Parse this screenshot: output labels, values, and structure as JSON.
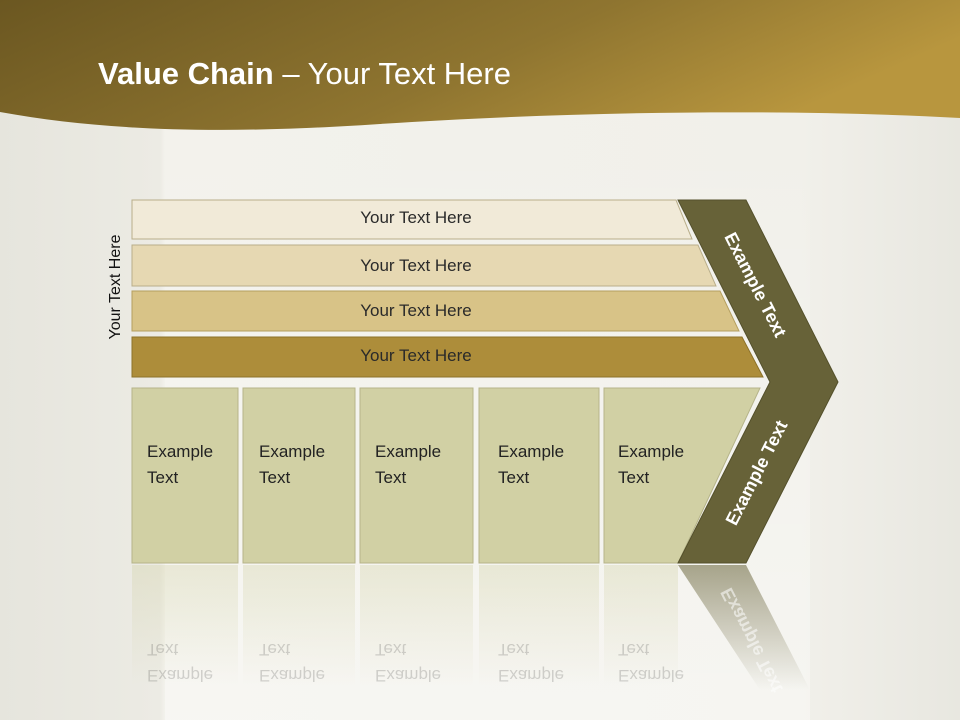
{
  "slide": {
    "title_bold": "Value Chain",
    "title_rest": " – Your Text Here",
    "vertical_label": "Your Text Here"
  },
  "bars": [
    {
      "label": "Your Text Here",
      "color": "#f1ead8"
    },
    {
      "label": "Your Text Here",
      "color": "#e6d8b2"
    },
    {
      "label": "Your Text Here",
      "color": "#d8c387"
    },
    {
      "label": "Your Text Here",
      "color": "#ad8d3a"
    }
  ],
  "boxes": [
    {
      "line1": "Example",
      "line2": "Text"
    },
    {
      "line1": "Example",
      "line2": "Text"
    },
    {
      "line1": "Example",
      "line2": "Text"
    },
    {
      "line1": "Example",
      "line2": "Text"
    },
    {
      "line1": "Example",
      "line2": "Text"
    }
  ],
  "chevron": {
    "top_label": "Example Text",
    "bottom_label": "Example Text",
    "color": "#676238"
  },
  "colors": {
    "header_dark": "#6e5a24",
    "header_light": "#b8963e",
    "box_fill": "#d1d0a4",
    "box_stroke": "#b6b48a"
  }
}
